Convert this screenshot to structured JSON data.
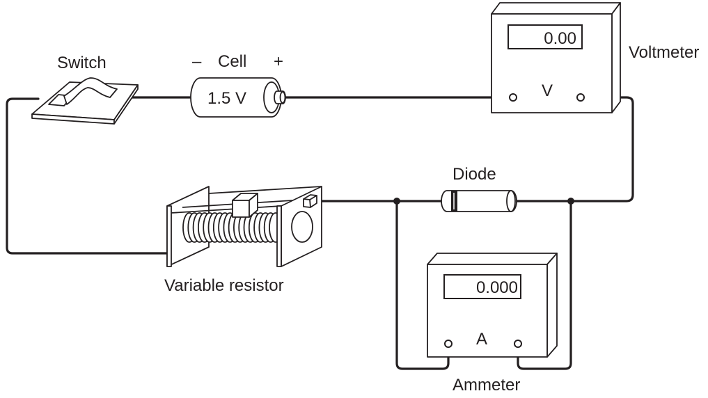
{
  "labels": {
    "switch": "Switch",
    "cell_minus": "–",
    "cell": "Cell",
    "cell_plus": "+",
    "cell_voltage": "1.5 V",
    "voltmeter": "Voltmeter",
    "voltmeter_reading": "0.00",
    "voltmeter_symbol": "V",
    "diode": "Diode",
    "variable_resistor": "Variable resistor",
    "ammeter_reading": "0.000",
    "ammeter_symbol": "A",
    "ammeter": "Ammeter"
  },
  "colors": {
    "ink": "#231f20",
    "background": "#ffffff"
  }
}
